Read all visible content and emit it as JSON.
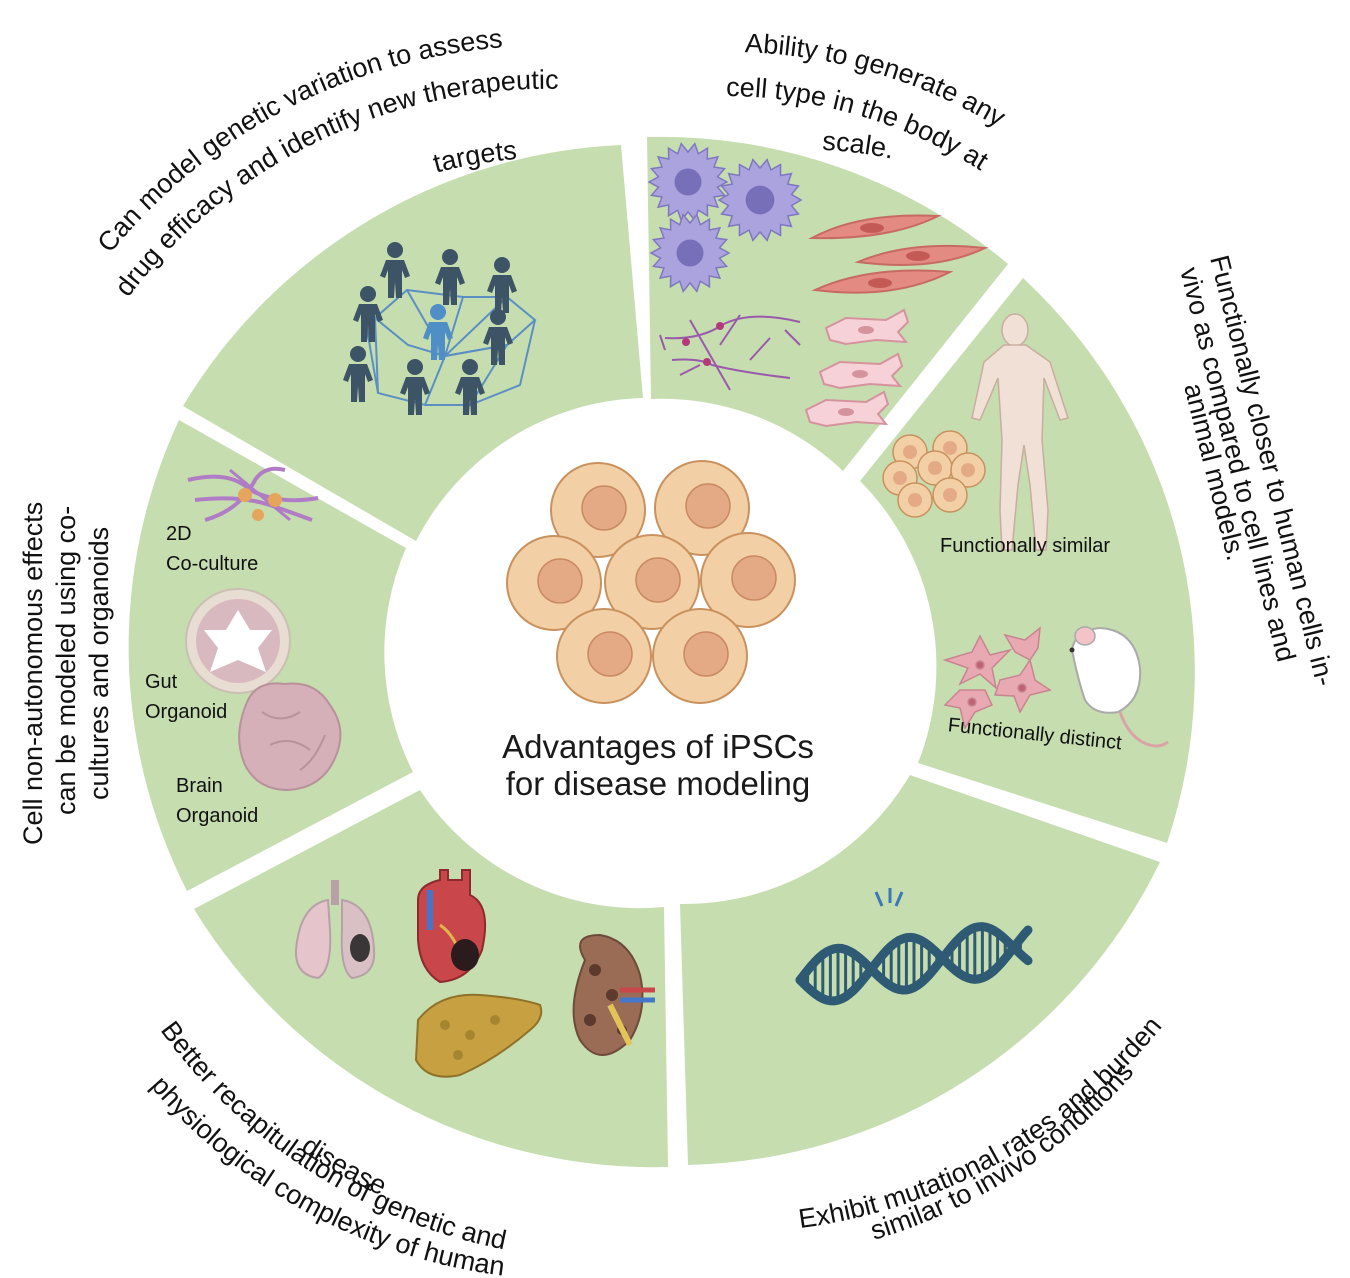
{
  "center": {
    "title_line1": "Advantages of iPSCs",
    "title_line2": "for disease modeling"
  },
  "segments": {
    "genetic_variation": {
      "line1": "Can model genetic variation to assess",
      "line2": "drug efficacy and identify new therapeutic",
      "line3": "targets"
    },
    "any_cell_type": {
      "line1": "Ability to generate any",
      "line2": "cell type in the body at",
      "line3": "scale."
    },
    "functionally_closer": {
      "line1": "Functionally closer to human cells in-",
      "line2": "vivo as compared to cell lines and",
      "line3": "animal models.",
      "similar_label": "Functionally similar",
      "distinct_label": "Functionally distinct"
    },
    "mutational_rates": {
      "line1": "Exhibit  mutational rates and burden",
      "line2": "similar to invivo conditions"
    },
    "recapitulation": {
      "line1": "Better recapitulation of genetic and",
      "line2": "physiological complexity of human",
      "line3": "disease"
    },
    "non_autonomous": {
      "line1": "Cell non-autonomous effects",
      "line2": "can be modeled using co-",
      "line3": "cultures and organoids",
      "coculture_line1": "2D",
      "coculture_line2": "Co-culture",
      "gut_line1": "Gut",
      "gut_line2": "Organoid",
      "brain_line1": "Brain",
      "brain_line2": "Organoid"
    }
  },
  "colors": {
    "segment_fill": "#c6ddb0",
    "cell_fill": "#f2cfa4",
    "cell_nucleus": "#e4aa85",
    "person_dark": "#3c5466",
    "person_highlight": "#4f8fc6",
    "dna": "#2e5b73",
    "purple_cell": "#aaa3de"
  },
  "icons": [
    "people-network-icon",
    "macrophage-icon",
    "smooth-muscle-cell-icon",
    "neuron-icon",
    "cardiomyocyte-icon",
    "cell-cluster-icon",
    "human-body-icon",
    "fibroblast-icon",
    "mouse-icon",
    "dna-icon",
    "lung-icon",
    "heart-icon",
    "liver-icon",
    "kidney-icon",
    "coculture-icon",
    "gut-organoid-icon",
    "brain-organoid-icon",
    "ipsc-colony-icon"
  ]
}
